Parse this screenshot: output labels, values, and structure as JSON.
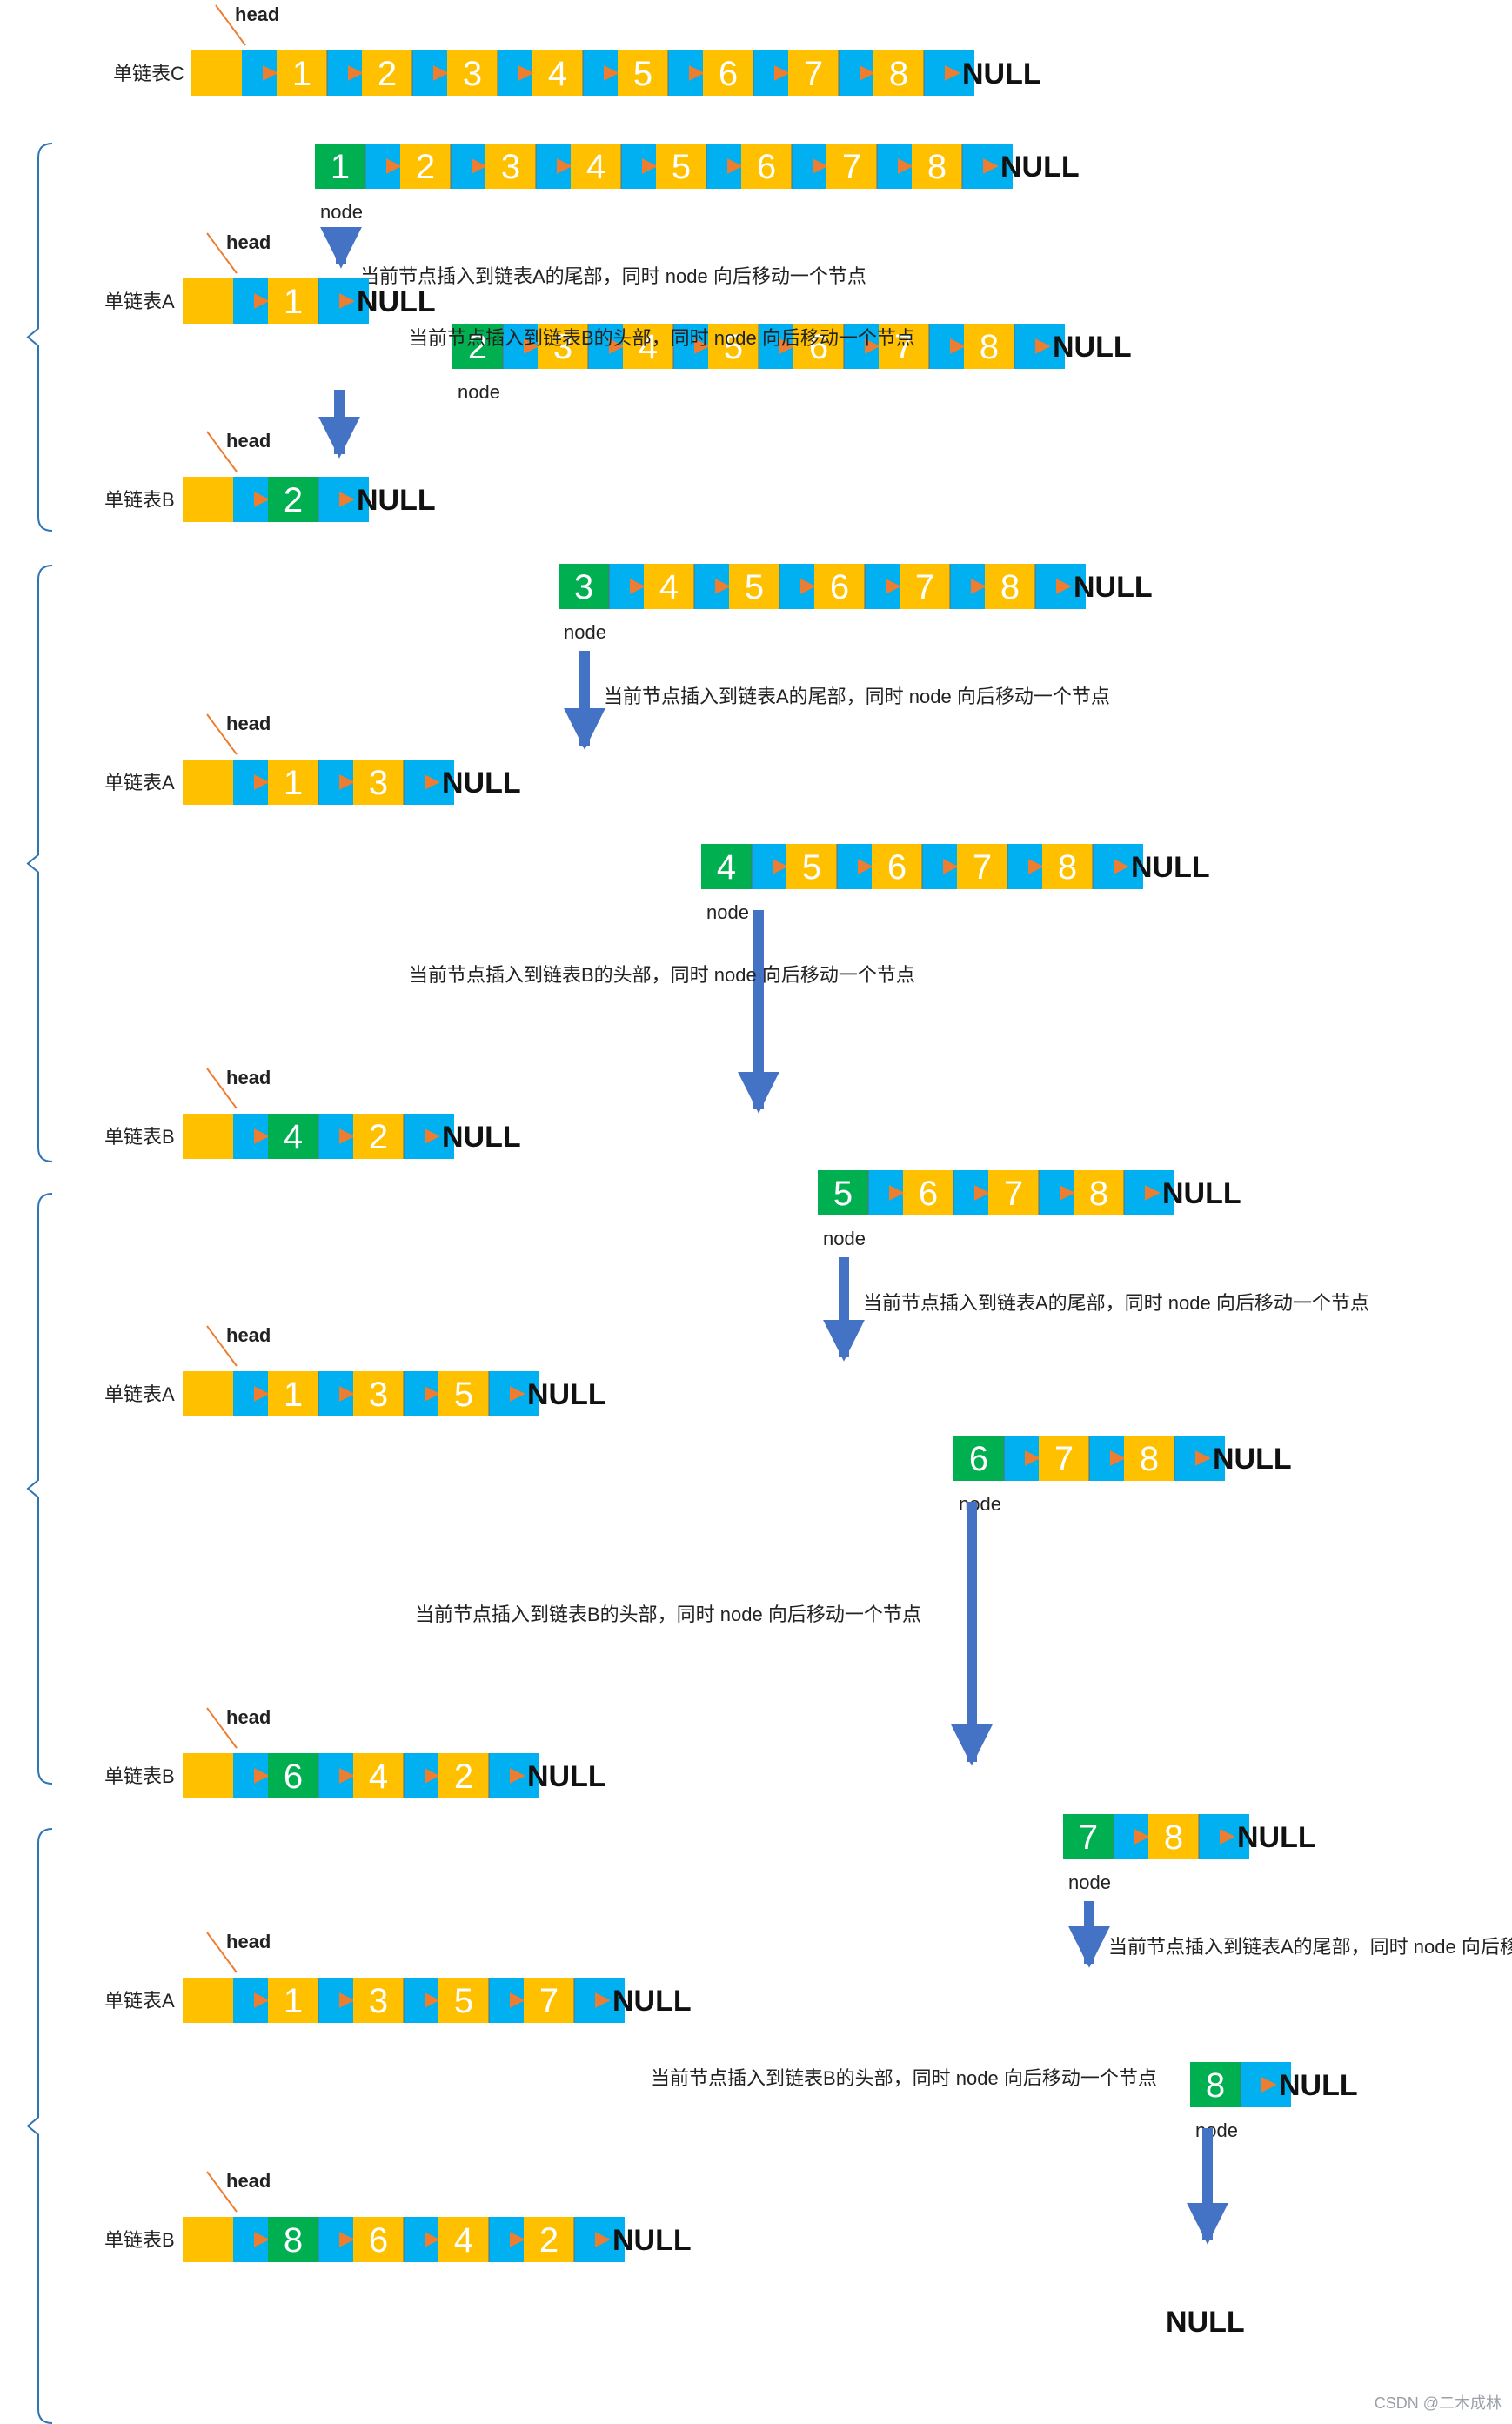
{
  "labels": {
    "head": "head",
    "null": "NULL",
    "node": "node",
    "list_a": "单链表A",
    "list_b": "单链表B",
    "list_c": "单链表C",
    "insert_tail_a": "当前节点插入到链表A的尾部，同时 node 向后移动一个节点",
    "insert_head_b": "当前节点插入到链表B的头部，同时 node 向后移动一个节点"
  },
  "list_c": [
    "1",
    "2",
    "3",
    "4",
    "5",
    "6",
    "7",
    "8"
  ],
  "steps": [
    {
      "source": [
        "1",
        "2",
        "3",
        "4",
        "5",
        "6",
        "7",
        "8"
      ],
      "action": "insert_tail_a",
      "list_a": [
        "1"
      ],
      "after": [
        "2",
        "3",
        "4",
        "5",
        "6",
        "7",
        "8"
      ]
    },
    {
      "action": "insert_head_b",
      "list_b": [
        "2"
      ]
    },
    {
      "source": [
        "3",
        "4",
        "5",
        "6",
        "7",
        "8"
      ],
      "action": "insert_tail_a",
      "list_a": [
        "1",
        "3"
      ],
      "after": [
        "4",
        "5",
        "6",
        "7",
        "8"
      ]
    },
    {
      "action": "insert_head_b",
      "list_b": [
        "4",
        "2"
      ]
    },
    {
      "source": [
        "5",
        "6",
        "7",
        "8"
      ],
      "action": "insert_tail_a",
      "list_a": [
        "1",
        "3",
        "5"
      ],
      "after": [
        "6",
        "7",
        "8"
      ]
    },
    {
      "action": "insert_head_b",
      "list_b": [
        "6",
        "4",
        "2"
      ]
    },
    {
      "source": [
        "7",
        "8"
      ],
      "action": "insert_tail_a",
      "list_a": [
        "1",
        "3",
        "5",
        "7"
      ],
      "after": [
        "8"
      ]
    },
    {
      "action": "insert_head_b",
      "list_b": [
        "8",
        "6",
        "4",
        "2"
      ],
      "after": []
    }
  ],
  "watermark": "CSDN @二木成林",
  "colors": {
    "node_yellow": "#FFC000",
    "node_green": "#00B050",
    "pointer_blue": "#00B0F0",
    "link_orange": "#ED7D31",
    "step_arrow_blue": "#4472C4",
    "bracket_blue": "#2E75B6"
  }
}
